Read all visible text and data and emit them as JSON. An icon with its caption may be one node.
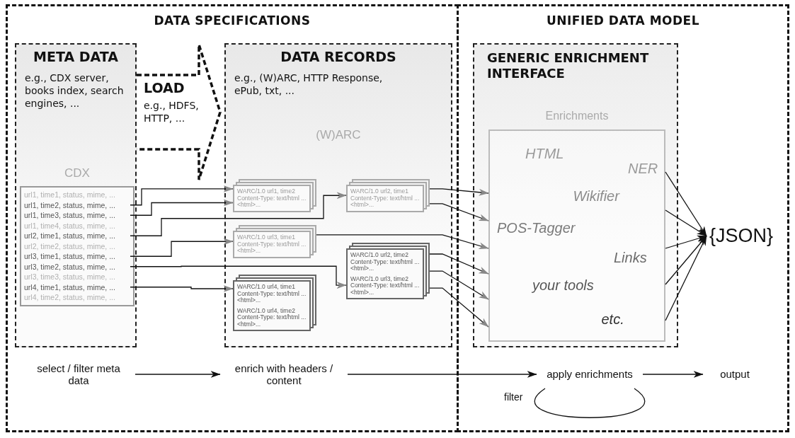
{
  "diagram": {
    "nodes": [
      {
        "text": [
          "DATA SPECIFICATIONS"
        ]
      },
      {
        "text": [
          "META DATA",
          "e.g., CDX server, books index, search engines, ..."
        ],
        "in": 0
      },
      {
        "text": [
          "CDX"
        ],
        "in": 1
      },
      {
        "text": [
          "url1, time1, status, mime, ..."
        ],
        "in": 2
      },
      {
        "text": [
          "url1, time2, status, mime, ..."
        ],
        "in": 2
      },
      {
        "text": [
          "url1, time3, status, mime, ..."
        ],
        "in": 2
      },
      {
        "text": [
          "url1, time4, status, mime, ..."
        ],
        "in": 2
      },
      {
        "text": [
          "url2, time1, status, mime, ..."
        ],
        "in": 2
      },
      {
        "text": [
          "url2, time2, status, mime, ..."
        ],
        "in": 2
      },
      {
        "text": [
          "url3, time1, status, mime, ..."
        ],
        "in": 2
      },
      {
        "text": [
          "url3, time2, status, mime, ..."
        ],
        "in": 2
      },
      {
        "text": [
          "url3, time3, status, mime, ..."
        ],
        "in": 2
      },
      {
        "text": [
          "url4, time1, status, mime, ..."
        ],
        "in": 2
      },
      {
        "text": [
          "url4, time2, status, mime, ..."
        ],
        "in": 2
      },
      {
        "text": [
          "LOAD",
          "e.g., HDFS, HTTP, ..."
        ],
        "in": 0
      },
      {
        "text": [
          "DATA RECORDS",
          "e.g., (W)ARC, HTTP Response, ePub, txt, ...",
          "(W)ARC"
        ],
        "in": 0
      },
      {
        "text": [
          "WARC/1.0 url1, time2 Content-Type: text/html ... <html>..."
        ],
        "in": 15
      },
      {
        "text": [
          "WARC/1.0 url2, time1 Content-Type: text/html ... <html>..."
        ],
        "in": 15
      },
      {
        "text": [
          "WARC/1.0 url3, time1 Content-Type: text/html ... <html>..."
        ],
        "in": 15
      },
      {
        "text": [
          "WARC/1.0 url2, time2 Content-Type: text/html ... <html>...",
          "WARC/1.0 url3, time2 Content-Type: text/html ... <html>..."
        ],
        "in": 15
      },
      {
        "text": [
          "WARC/1.0 url4, time1 Content-Type: text/html ... <html>...",
          "WARC/1.0 url4, time2 Content-Type: text/html ... <html>..."
        ],
        "in": 15
      },
      {
        "text": [
          "UNIFIED DATA MODEL"
        ]
      },
      {
        "text": [
          "GENERIC ENRICHMENT INTERFACE"
        ],
        "in": 21
      },
      {
        "text": [
          "Enrichments",
          "HTML",
          "NER",
          "Wikifier",
          "POS-Tagger",
          "Links",
          "your tools",
          "etc."
        ],
        "in": 22
      },
      {
        "text": [
          "{JSON}"
        ],
        "in": 21
      },
      {
        "text": [
          "select / filter meta data"
        ],
        "in": 0
      },
      {
        "text": [
          "enrich with headers / content"
        ],
        "in": 0
      },
      {
        "text": [
          "apply enrichments"
        ],
        "in": 21
      },
      {
        "text": [
          "output"
        ],
        "in": 21
      }
    ],
    "edges": [
      {
        "from": 4,
        "to": 16,
        "arrow": "to"
      },
      {
        "from": 5,
        "to": 16,
        "arrow": "to"
      },
      {
        "from": 7,
        "to": 17,
        "arrow": "to"
      },
      {
        "from": 9,
        "to": 18,
        "arrow": "to"
      },
      {
        "from": 10,
        "to": 19,
        "arrow": "to"
      },
      {
        "from": 12,
        "to": 20,
        "arrow": "to"
      },
      {
        "from": 17,
        "to": 23,
        "arrow": "to"
      },
      {
        "from": 17,
        "to": 23,
        "arrow": "to"
      },
      {
        "from": 18,
        "to": 23,
        "arrow": "to"
      },
      {
        "from": 19,
        "to": 23,
        "arrow": "to"
      },
      {
        "from": 19,
        "to": 23,
        "arrow": "to"
      },
      {
        "from": 19,
        "to": 23,
        "arrow": "to"
      },
      {
        "from": 23,
        "to": 24,
        "arrow": "to"
      },
      {
        "from": 23,
        "to": 24,
        "arrow": "to"
      },
      {
        "from": 23,
        "to": 24,
        "arrow": "to"
      },
      {
        "from": 23,
        "to": 24,
        "arrow": "to"
      },
      {
        "from": 23,
        "to": 24,
        "arrow": "to"
      },
      {
        "from": 25,
        "to": 26,
        "arrow": "to"
      },
      {
        "from": 26,
        "to": 27,
        "arrow": "to"
      },
      {
        "from": 27,
        "to": 28,
        "arrow": "to"
      },
      {
        "from": 27,
        "to": 27,
        "arrow": "none",
        "label": "filter"
      }
    ]
  }
}
